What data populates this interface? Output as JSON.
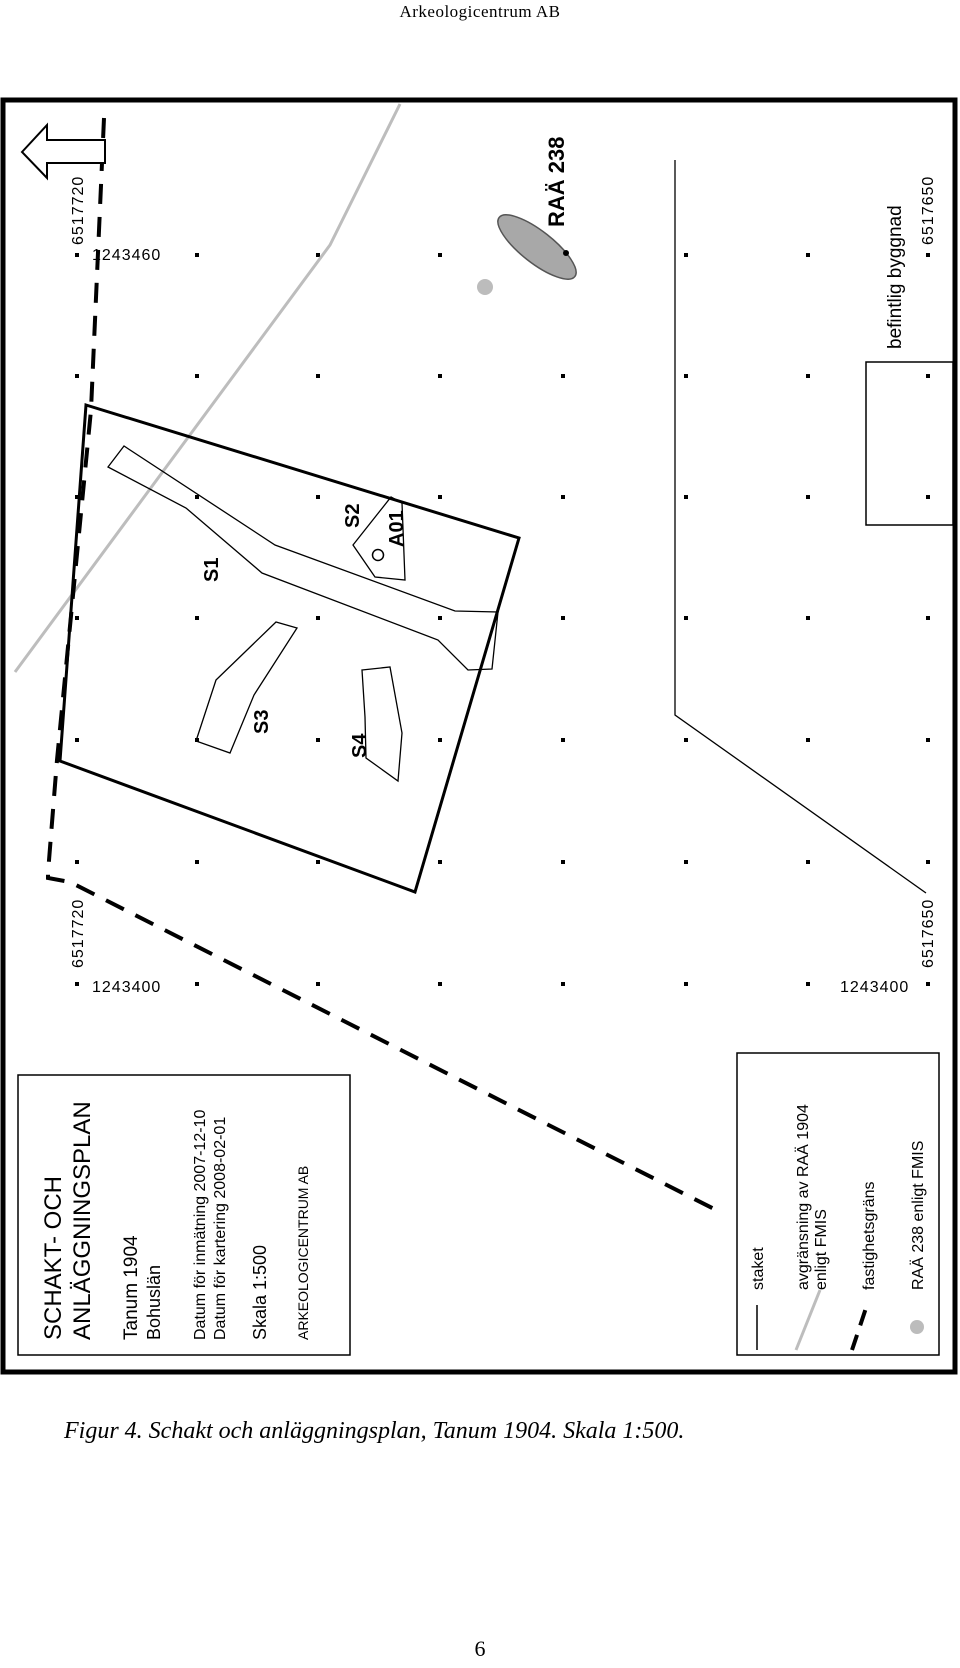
{
  "header": {
    "text": "Arkeologicentrum AB"
  },
  "map": {
    "arrow_icon": "north-arrow-icon",
    "coords": {
      "y_top": "6517720",
      "y_bottom": "6517650",
      "x_left": "1243400",
      "x_right": "1243460",
      "left_y": "6517720",
      "left_x": "1243400",
      "bottom_y": "6517650",
      "bottom_x": "1243400",
      "top_x": "1243460",
      "top_right_y": "6517650"
    },
    "labels": {
      "s1": "S1",
      "s2": "S2",
      "s3": "S3",
      "s4": "S4",
      "a01": "A01",
      "raa": "RAÄ 238",
      "building": "befintlig byggnad"
    },
    "colors": {
      "limit_line": "#bdbdbd",
      "raa_area": "#a8a8a8",
      "raa_point": "#bcbcbc"
    }
  },
  "title_box": {
    "title_line1": "SCHAKT- OCH",
    "title_line2": "ANLÄGGNINGSPLAN",
    "site": "Tanum 1904",
    "county": "Bohuslän",
    "date_survey": "Datum för inmätning 2007-12-10",
    "date_map": "Datum för kartering 2008-02-01",
    "scale": "Skala 1:500",
    "company": "ARKEOLOGICENTRUM AB"
  },
  "legend": {
    "items": [
      {
        "label": "staket",
        "type": "line"
      },
      {
        "label": "avgränsning av RAÄ 1904",
        "label2": "enligt FMIS",
        "type": "grey-line"
      },
      {
        "label": "fastighetsgräns",
        "type": "dashed"
      },
      {
        "label": "RAÄ 238 enligt FMIS",
        "type": "grey-dot"
      }
    ]
  },
  "caption": {
    "text": "Figur 4. Schakt och anläggningsplan, Tanum 1904. Skala 1:500."
  },
  "page": {
    "number": "6"
  }
}
